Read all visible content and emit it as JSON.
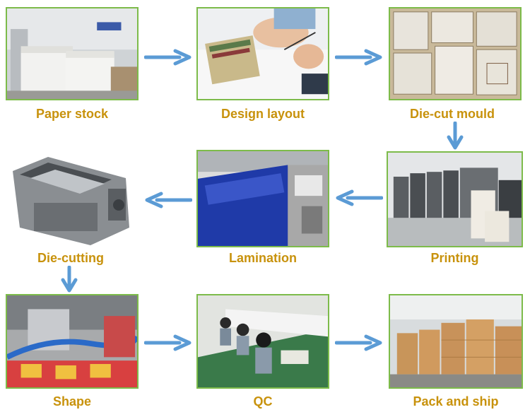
{
  "steps": [
    {
      "label": "Paper stock"
    },
    {
      "label": "Design layout"
    },
    {
      "label": "Die-cut mould"
    },
    {
      "label": "Printing"
    },
    {
      "label": "Lamination"
    },
    {
      "label": "Die-cutting"
    },
    {
      "label": "Shape"
    },
    {
      "label": "QC"
    },
    {
      "label": "Pack and ship"
    }
  ],
  "colors": {
    "label": "#c8920c",
    "arrow": "#5b9bd5",
    "frame": "#7dbb4a"
  }
}
